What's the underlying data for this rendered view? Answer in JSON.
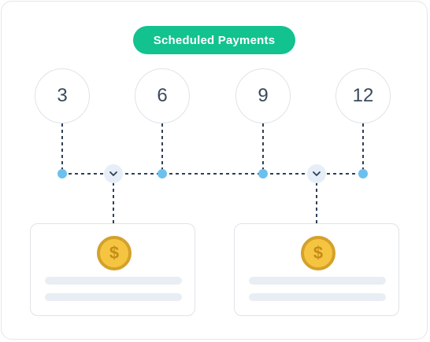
{
  "header": {
    "title": "Scheduled Payments"
  },
  "months": [
    {
      "label": "3"
    },
    {
      "label": "6"
    },
    {
      "label": "9"
    },
    {
      "label": "12"
    }
  ],
  "cards": [
    {
      "icon": "dollar-coin-icon",
      "coin_symbol": "$"
    },
    {
      "icon": "dollar-coin-icon",
      "coin_symbol": "$"
    }
  ],
  "colors": {
    "accent": "#12c28f",
    "circle_text": "#3a4a5c",
    "timeline_dash": "#2f3f55",
    "node": "#6cc0ee",
    "chevron_bg": "#e6eef7",
    "coin_fill": "#f5c542",
    "coin_ring": "#d4a12a",
    "coin_symbol": "#c48d17",
    "placeholder_bar": "#e8eef4"
  }
}
